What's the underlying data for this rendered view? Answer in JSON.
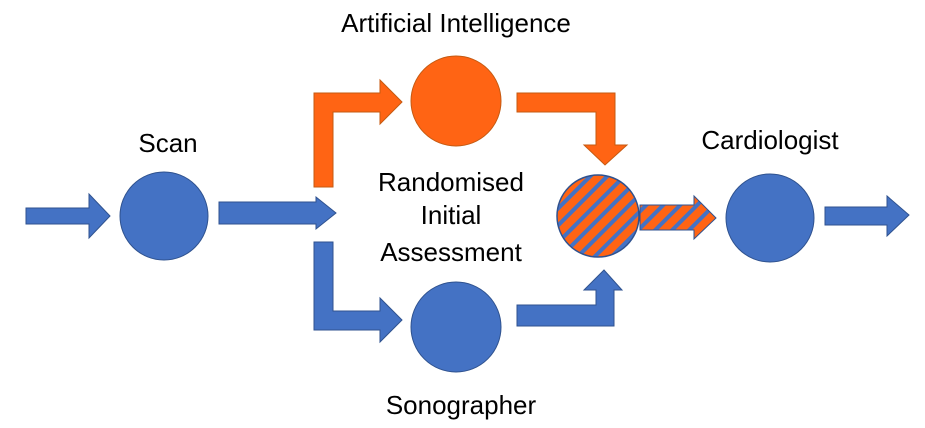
{
  "diagram": {
    "colors": {
      "blue": "#4472C4",
      "blue_stroke": "#2F528F",
      "orange": "#FF6414",
      "orange_stroke": "#C55A11"
    },
    "nodes": {
      "scan": {
        "label": "Scan",
        "color": "blue"
      },
      "ai": {
        "label": "Artificial Intelligence",
        "color": "orange"
      },
      "sonographer": {
        "label": "Sonographer",
        "color": "blue"
      },
      "combined": {
        "label": "",
        "color": "striped blue/orange"
      },
      "cardiologist": {
        "label": "Cardiologist",
        "color": "blue"
      }
    },
    "center_label": {
      "line1": "Randomised",
      "line2": "Initial",
      "line3": "Assessment"
    },
    "edges": [
      {
        "from": "input",
        "to": "scan"
      },
      {
        "from": "scan",
        "to": "randomisation"
      },
      {
        "from": "randomisation",
        "to": "ai"
      },
      {
        "from": "randomisation",
        "to": "sonographer"
      },
      {
        "from": "ai",
        "to": "combined"
      },
      {
        "from": "sonographer",
        "to": "combined"
      },
      {
        "from": "combined",
        "to": "cardiologist"
      },
      {
        "from": "cardiologist",
        "to": "output"
      }
    ]
  }
}
